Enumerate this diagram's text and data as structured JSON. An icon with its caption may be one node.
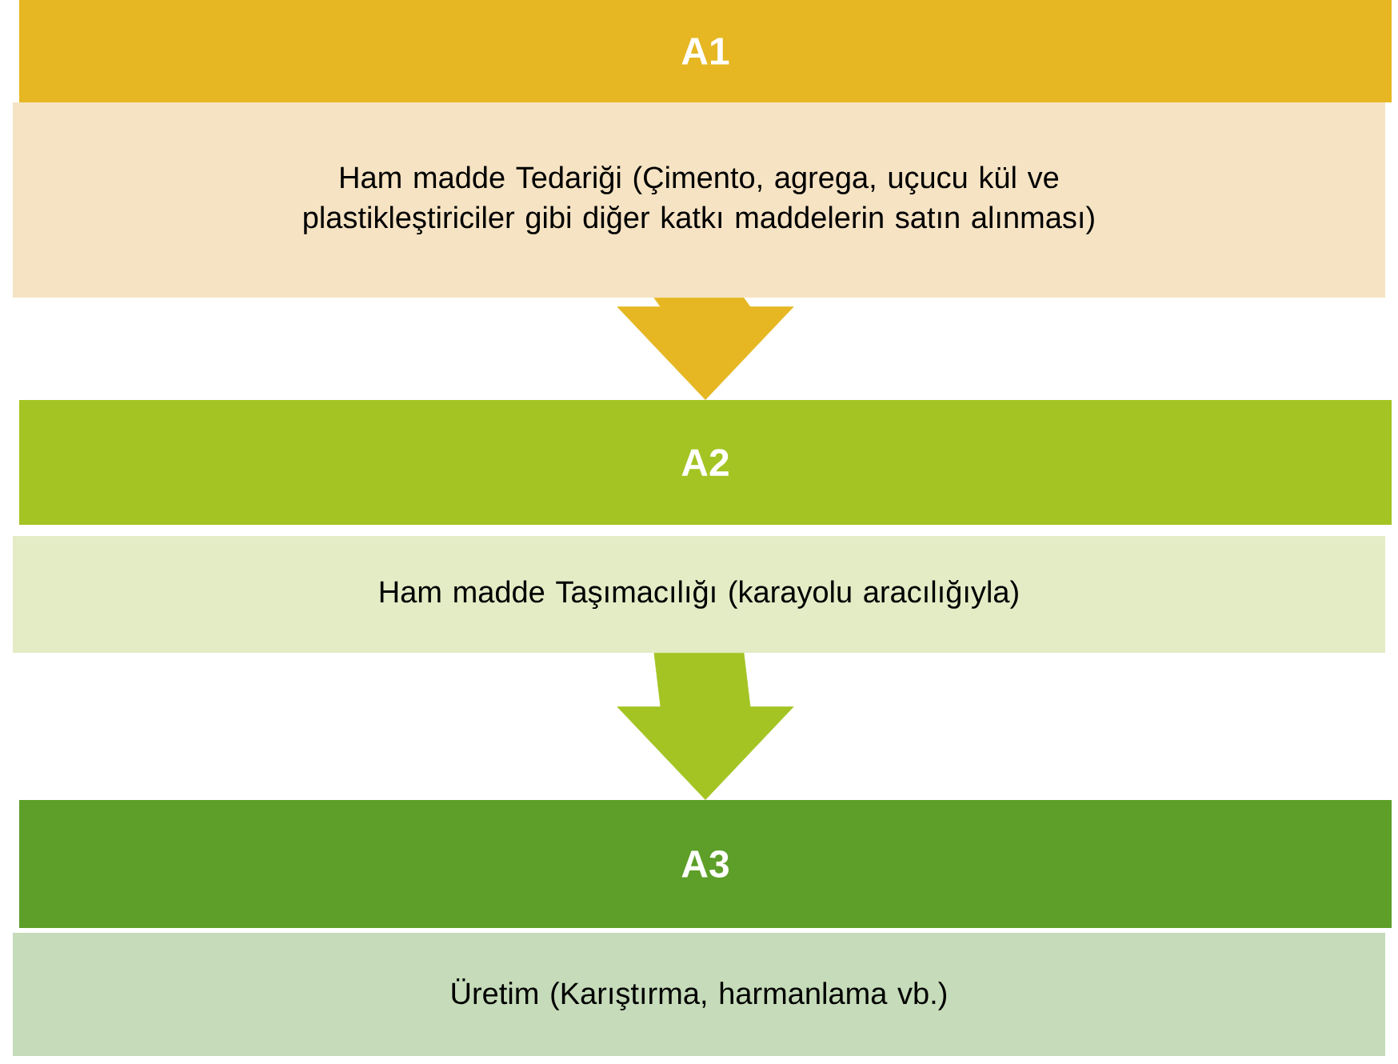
{
  "diagram": {
    "nodes": [
      {
        "text": [
          "A1"
        ]
      },
      {
        "text": [
          "Ham madde Tedariği (Çimento, agrega, uçucu kül ve plastikleştiriciler gibi diğer katkı maddelerin satın alınması)"
        ]
      },
      {
        "text": [
          "A2"
        ]
      },
      {
        "text": [
          "Ham madde Taşımacılığı (karayolu aracılığıyla)"
        ]
      },
      {
        "text": [
          "A3"
        ]
      },
      {
        "text": [
          "Üretim (Karıştırma, harmanlama vb.)"
        ]
      }
    ],
    "edges": [
      {
        "from": 1,
        "to": 2,
        "arrow": "to",
        "color": "#e6b722"
      },
      {
        "from": 3,
        "to": 4,
        "arrow": "to",
        "color": "#a3c423"
      }
    ]
  }
}
